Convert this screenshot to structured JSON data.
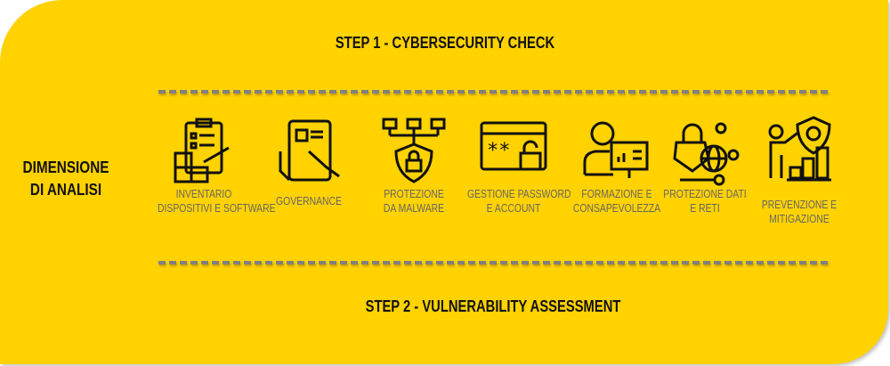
{
  "step1": "STEP 1 - CYBERSECURITY CHECK",
  "step2": "STEP 2 - VULNERABILITY ASSESSMENT",
  "dimension_label": [
    "DIMENSIONE",
    "DI ANALISI"
  ],
  "colors": {
    "background": "#FFD200",
    "dash": "#808080",
    "label": "#666666"
  },
  "items": [
    {
      "icon": "clipboard-boxes-icon",
      "lines": [
        "INVENTARIO",
        "DISPOSITIVI E SOFTWARE"
      ]
    },
    {
      "icon": "tablet-hand-icon",
      "lines": [
        "GOVERNANCE"
      ]
    },
    {
      "icon": "network-shield-icon",
      "lines": [
        "PROTEZIONE",
        "DA MALWARE"
      ]
    },
    {
      "icon": "password-window-icon",
      "lines": [
        "GESTIONE PASSWORD",
        "E ACCOUNT"
      ]
    },
    {
      "icon": "presenter-board-icon",
      "lines": [
        "FORMAZIONE E",
        "CONSAPEVOLEZZA"
      ]
    },
    {
      "icon": "lock-globe-icon",
      "lines": [
        "PROTEZIONE DATI",
        "E RETI"
      ]
    },
    {
      "icon": "person-shield-gear-icon",
      "lines": [
        "PREVENZIONE E",
        "MITIGAZIONE"
      ]
    }
  ]
}
